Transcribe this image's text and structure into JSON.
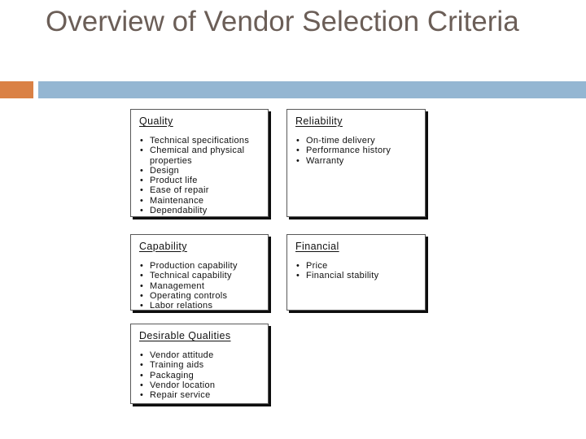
{
  "slide": {
    "title": "Overview of Vendor Selection Criteria"
  },
  "colors": {
    "title_text": "#6B5E57",
    "accent_orange": "#DA8145",
    "accent_blue": "#94B6D2",
    "box_border": "#595959",
    "box_shadow": "#0D0D0D",
    "body_text": "#111111"
  },
  "boxes": [
    {
      "title": "Quality",
      "items": [
        "Technical specifications",
        "Chemical and physical properties",
        "Design",
        "Product life",
        "Ease of repair",
        "Maintenance",
        "Dependability"
      ]
    },
    {
      "title": "Reliability",
      "items": [
        "On-time delivery",
        "Performance history",
        "Warranty"
      ]
    },
    {
      "title": "Capability",
      "items": [
        "Production capability",
        "Technical capability",
        "Management",
        "Operating controls",
        "Labor relations"
      ]
    },
    {
      "title": "Financial",
      "items": [
        "Price",
        "Financial stability"
      ]
    },
    {
      "title": "Desirable Qualities",
      "items": [
        "Vendor attitude",
        "Training aids",
        "Packaging",
        "Vendor location",
        "Repair service"
      ]
    }
  ]
}
